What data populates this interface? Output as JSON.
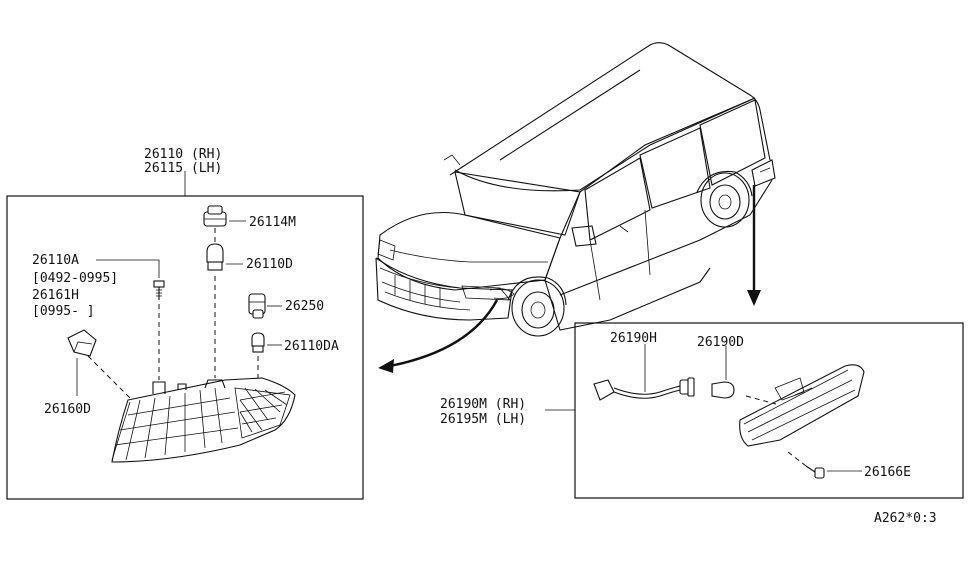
{
  "labels": {
    "front_assy_rh": "26110 (RH)",
    "front_assy_lh": "26115 (LH)",
    "socket_26114M": "26114M",
    "bulb_26110D": "26110D",
    "screw_26110A": "26110A",
    "date_range_1": "[0492-0995]",
    "screw_26161H": "26161H",
    "date_range_2": "[0995-   ]",
    "socket_26250": "26250",
    "bulb_26110DA": "26110DA",
    "socket_26160D": "26160D",
    "harness_26190H": "26190H",
    "bulb_26190D": "26190D",
    "side_assy_rh": "26190M (RH)",
    "side_assy_lh": "26195M (LH)",
    "screw_26166E": "26166E",
    "figure_code": "A262*0:3"
  }
}
